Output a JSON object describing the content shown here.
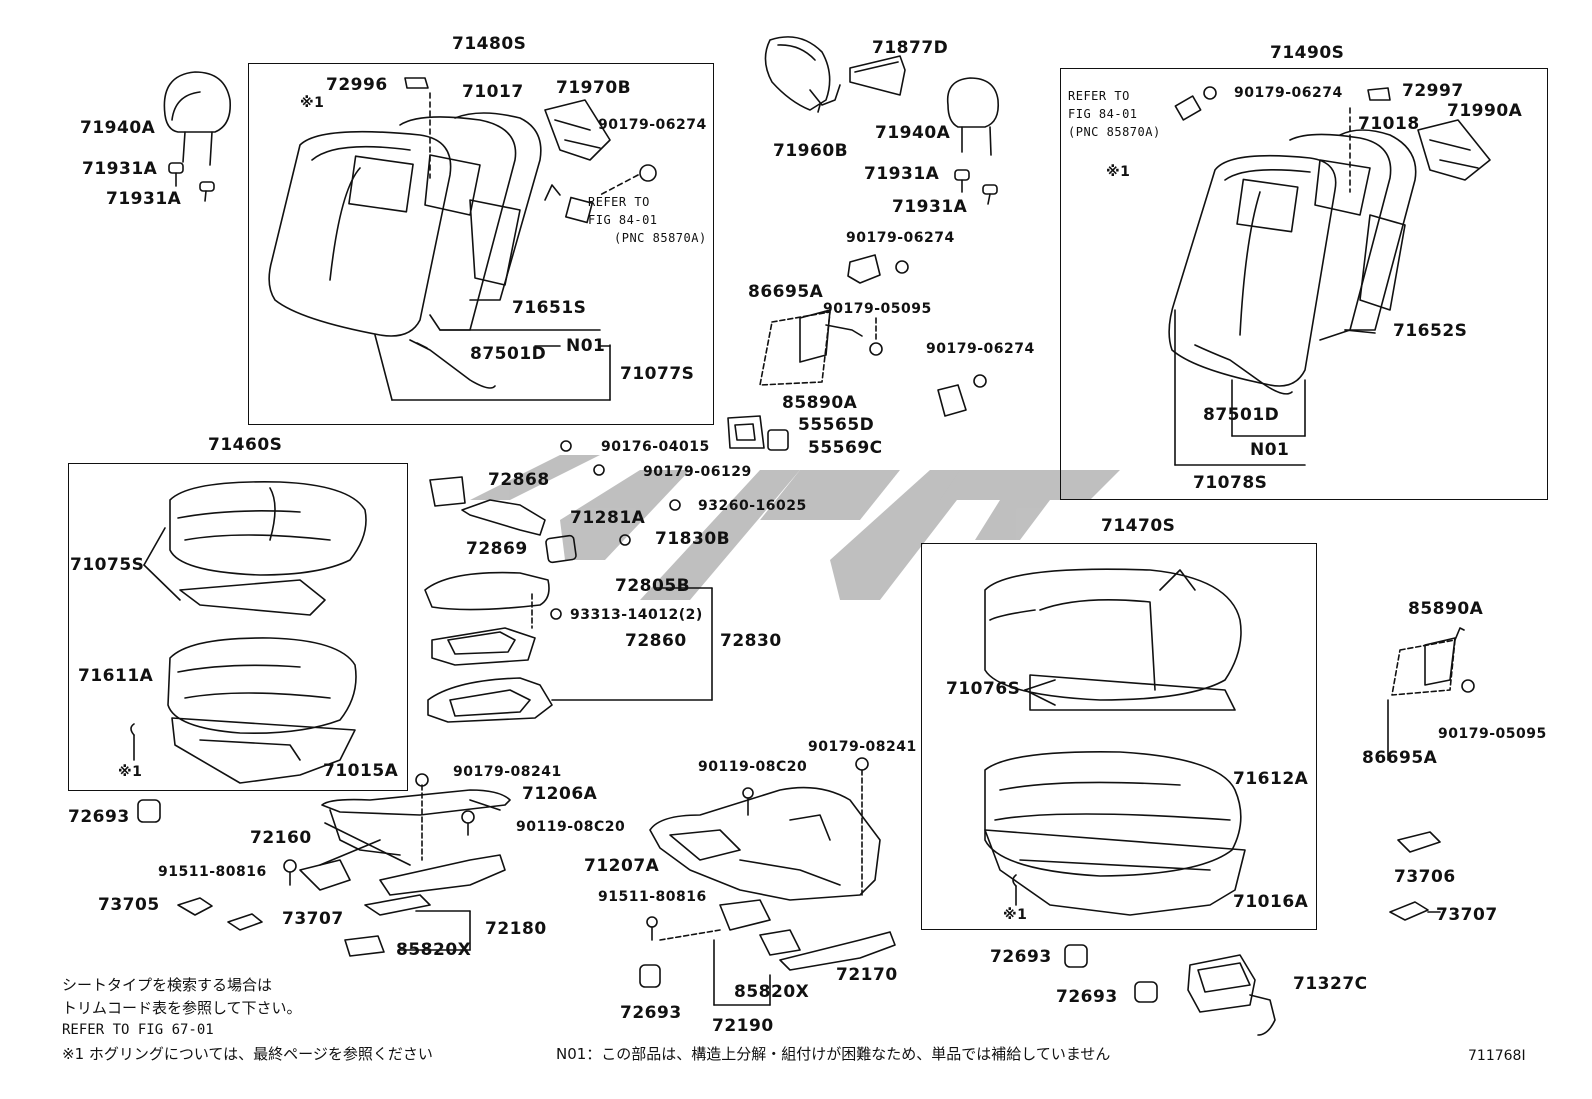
{
  "groups": {
    "g71480S": "71480S",
    "g71490S": "71490S",
    "g71460S": "71460S",
    "g71470S": "71470S"
  },
  "parts": {
    "p71940A_l": "71940A",
    "p71931A_l1": "71931A",
    "p71931A_l2": "71931A",
    "p72996": "72996",
    "p71017": "71017",
    "p71970B": "71970B",
    "p90179_06274_a": "90179-06274",
    "p71651S": "71651S",
    "pN01_a": "N01",
    "p87501D_a": "87501D",
    "p71077S": "71077S",
    "p71877D": "71877D",
    "p71960B": "71960B",
    "p71940A_c": "71940A",
    "p71931A_c1": "71931A",
    "p71931A_c2": "71931A",
    "p90179_06274_b": "90179-06274",
    "p86695A_c": "86695A",
    "p90179_05095_a": "90179-05095",
    "p90179_06274_c": "90179-06274",
    "p85890A_c": "85890A",
    "p55565D": "55565D",
    "p55569C": "55569C",
    "p90176_04015": "90176-04015",
    "p90179_06129": "90179-06129",
    "p72868": "72868",
    "p93260_16025": "93260-16025",
    "p71281A": "71281A",
    "p72869": "72869",
    "p71830B": "71830B",
    "p72805B": "72805B",
    "p93313_14012": "93313-14012(2)",
    "p72860": "72860",
    "p72830": "72830",
    "p90179_06274_r1": "90179-06274",
    "p72997": "72997",
    "p71018": "71018",
    "p71990A": "71990A",
    "p71652S": "71652S",
    "p87501D_b": "87501D",
    "pN01_b": "N01",
    "p71078S": "71078S",
    "p71075S": "71075S",
    "p71611A": "71611A",
    "p71015A": "71015A",
    "p71076S": "71076S",
    "p71612A": "71612A",
    "p71016A": "71016A",
    "p85890A_r": "85890A",
    "p86695A_r": "86695A",
    "p90179_05095_b": "90179-05095",
    "p90179_08241_a": "90179-08241",
    "p71206A": "71206A",
    "p90119_08C20_a": "90119-08C20",
    "p72693_a": "72693",
    "p72160": "72160",
    "p91511_80816_a": "91511-80816",
    "p73705": "73705",
    "p73707_a": "73707",
    "p72180": "72180",
    "p85820X_a": "85820X",
    "p90119_08C20_b": "90119-08C20",
    "p90179_08241_b": "90179-08241",
    "p71207A": "71207A",
    "p91511_80816_b": "91511-80816",
    "p72693_b": "72693",
    "p85820X_b": "85820X",
    "p72170": "72170",
    "p72190": "72190",
    "p73706": "73706",
    "p73707_b": "73707",
    "p72693_c": "72693",
    "p72693_d": "72693",
    "p71327C": "71327C"
  },
  "refs": {
    "refer_a": "REFER TO",
    "refer_a2": "FIG 84-01",
    "refer_a3": "(PNC 85870A)",
    "refer_b": "REFER TO",
    "refer_b2": "FIG 84-01",
    "refer_b3": "(PNC 85870A)",
    "mark1": "※1",
    "mark2": "※1",
    "mark3": "※1",
    "mark4": "※1"
  },
  "notes": {
    "jp_line1": "シートタイプを検索する場合は",
    "jp_line2": "トリムコード表を参照して下さい。",
    "refer_fig": "REFER TO FIG 67-01",
    "hog_ring": "※1  ホグリングについては、最終ページを参照ください",
    "n01": "N01：この部品は、構造上分解・組付けが困難なため、単品では補給していません",
    "drawing_no": "711768I"
  },
  "colors": {
    "line": "#111111",
    "watermark": "#b4b4b4"
  }
}
